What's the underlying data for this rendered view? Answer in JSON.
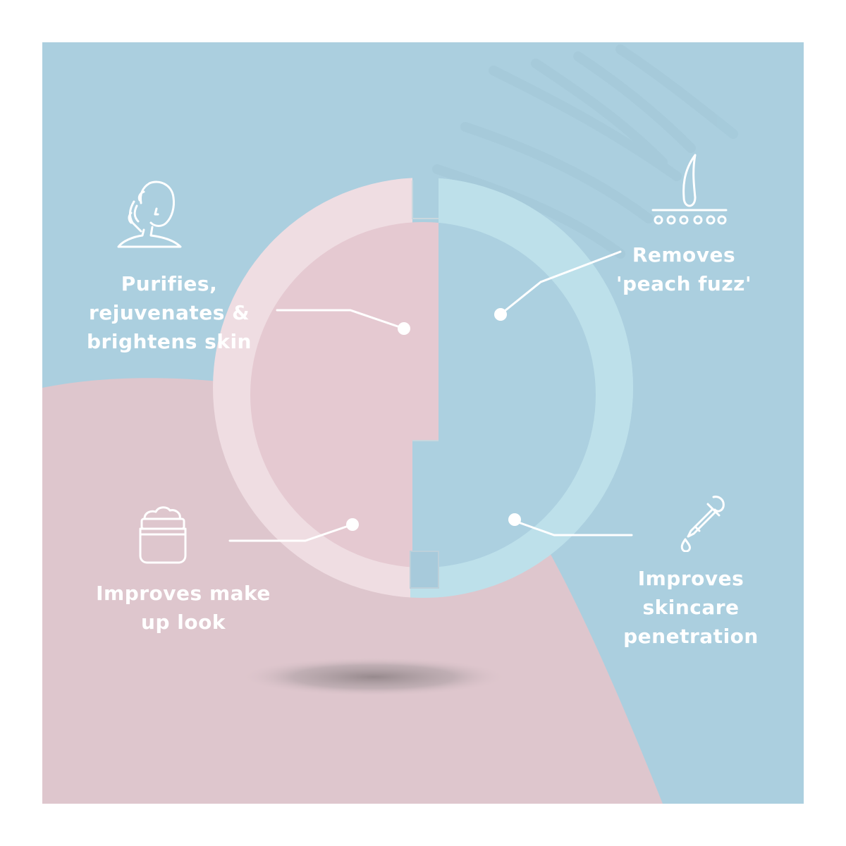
{
  "colors": {
    "background_blue": "#abcfdf",
    "background_pink": "#dec6cd",
    "product_pink": "#e5c9d1",
    "product_pink_rim": "#efdde2",
    "product_blue": "#acd0e0",
    "product_blue_rim": "#bde0ea",
    "text": "#ffffff",
    "shadow": "#8f8386"
  },
  "features": [
    {
      "id": "purifies",
      "text": "Purifies,\nrejuvenates &\nbrightens skin",
      "icon": "face-massage-icon"
    },
    {
      "id": "peach-fuzz",
      "text": "Removes\n'peach fuzz'",
      "icon": "hair-follicle-icon"
    },
    {
      "id": "makeup",
      "text": "Improves make\nup look",
      "icon": "cream-jar-icon"
    },
    {
      "id": "penetration",
      "text": "Improves\nskincare\npenetration",
      "icon": "dropper-icon"
    }
  ]
}
